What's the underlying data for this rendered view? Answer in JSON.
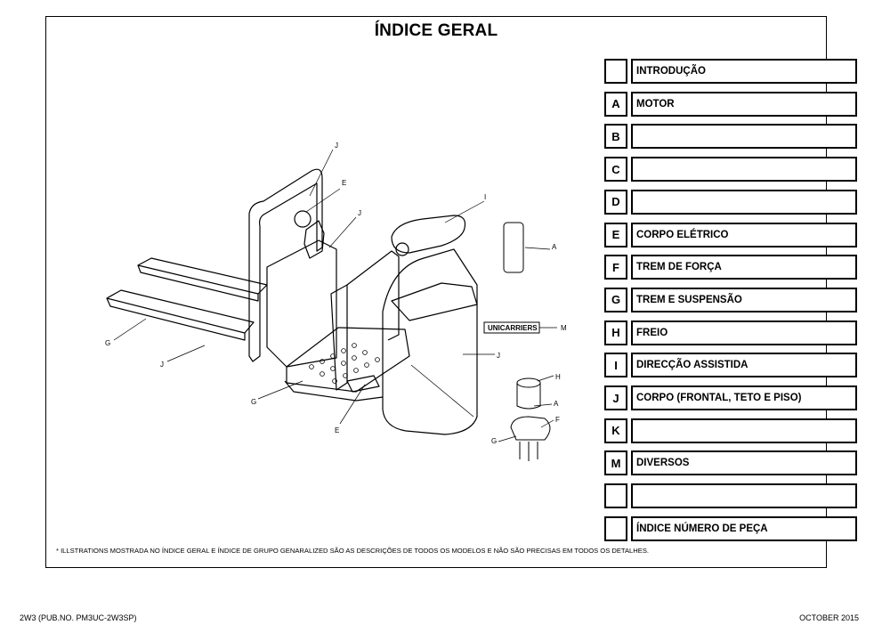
{
  "title": "ÍNDICE GERAL",
  "index": [
    {
      "letter": "",
      "label": "INTRODUÇÃO"
    },
    {
      "letter": "A",
      "label": "MOTOR"
    },
    {
      "letter": "B",
      "label": ""
    },
    {
      "letter": "C",
      "label": ""
    },
    {
      "letter": "D",
      "label": ""
    },
    {
      "letter": "E",
      "label": "CORPO ELÉTRICO"
    },
    {
      "letter": "F",
      "label": "TREM DE FORÇA"
    },
    {
      "letter": "G",
      "label": "TREM E SUSPENSÃO"
    },
    {
      "letter": "H",
      "label": "FREIO"
    },
    {
      "letter": "I",
      "label": "DIRECÇÃO ASSISTIDA"
    },
    {
      "letter": "J",
      "label": "CORPO (FRONTAL, TETO E PISO)"
    },
    {
      "letter": "K",
      "label": ""
    },
    {
      "letter": "M",
      "label": "DIVERSOS"
    },
    {
      "letter": "",
      "label": ""
    },
    {
      "letter": "",
      "label": "ÍNDICE NÚMERO DE PEÇA"
    }
  ],
  "illustration": {
    "callouts": [
      "J",
      "E",
      "J",
      "I",
      "A",
      "M",
      "J",
      "G",
      "J",
      "G",
      "E",
      "H",
      "A",
      "F",
      "G"
    ],
    "plate_text": "UNICARRIERS"
  },
  "note": "* ILLSTRATIONS MOSTRADA NO ÍNDICE GERAL E ÍNDICE DE GRUPO GENARALIZED SÃO AS DESCRIÇÕES DE TODOS OS MODELOS E NÃO SÃO PRECISAS EM TODOS OS DETALHES.",
  "footer": {
    "left": "2W3 (PUB.NO. PM3UC-2W3SP)",
    "right": "OCTOBER 2015"
  }
}
